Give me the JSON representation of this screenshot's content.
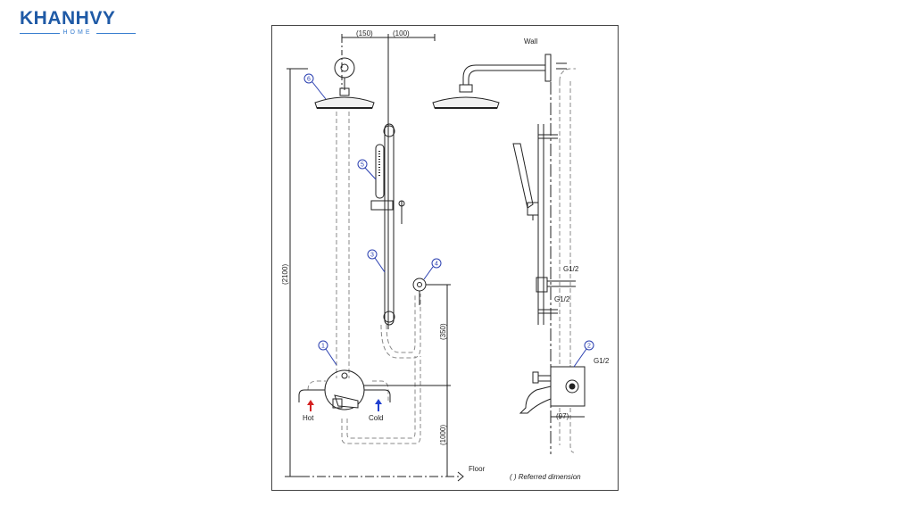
{
  "brand": {
    "name": "KHANHVY",
    "sub": "HOME",
    "color": "#1f5aa6"
  },
  "diagram": {
    "dims": {
      "d150": "(150)",
      "d100": "(100)",
      "d2100": "(2100)",
      "d350": "(350)",
      "d1000": "(1000)",
      "d97": "(97)"
    },
    "labels": {
      "wall": "Wall",
      "floor": "Floor",
      "hot": "Hot",
      "cold": "Cold",
      "g12_a": "G1/2",
      "g12_b": "G1/2",
      "g12_c": "G1/2",
      "note": "( ) Referred dimension"
    },
    "callouts": [
      "1",
      "2",
      "3",
      "4",
      "5",
      "6"
    ],
    "colors": {
      "callout": "#2a3fb0",
      "hot": "#d42020",
      "cold": "#2040d0",
      "line": "#222222",
      "hidden": "#888888"
    }
  }
}
